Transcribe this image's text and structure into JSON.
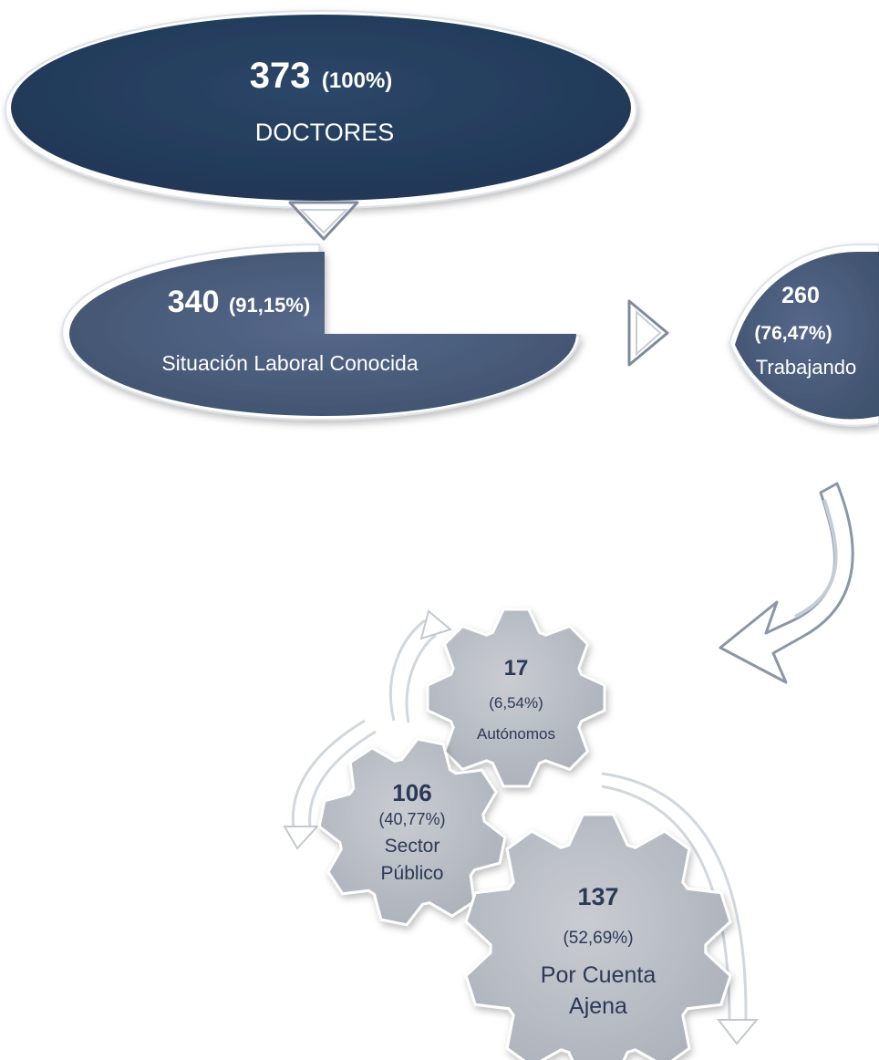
{
  "colors": {
    "dark_navy": "#243d5e",
    "slate": "#4b5e78",
    "slate_light": "#5e6e84",
    "gear_fill": "#bcc0c8",
    "gear_text": "#2a3a56",
    "arrow_outline": "#8b96a6"
  },
  "total": {
    "value": "373",
    "percent": "(100%)",
    "label": "DOCTORES"
  },
  "known": {
    "value": "340",
    "percent": "(91,15%)",
    "label": "Situación Laboral Conocida"
  },
  "working": {
    "value": "260",
    "percent": "(76,47%)",
    "label": "Trabajando"
  },
  "autonomos": {
    "value": "17",
    "percent": "(6,54%)",
    "label": "Autónomos"
  },
  "sector_publico": {
    "value": "106",
    "percent": "(40,77%)",
    "label_line1": "Sector",
    "label_line2": "Público"
  },
  "cuenta_ajena": {
    "value": "137",
    "percent": "(52,69%)",
    "label_line1": "Por Cuenta",
    "label_line2": "Ajena"
  }
}
